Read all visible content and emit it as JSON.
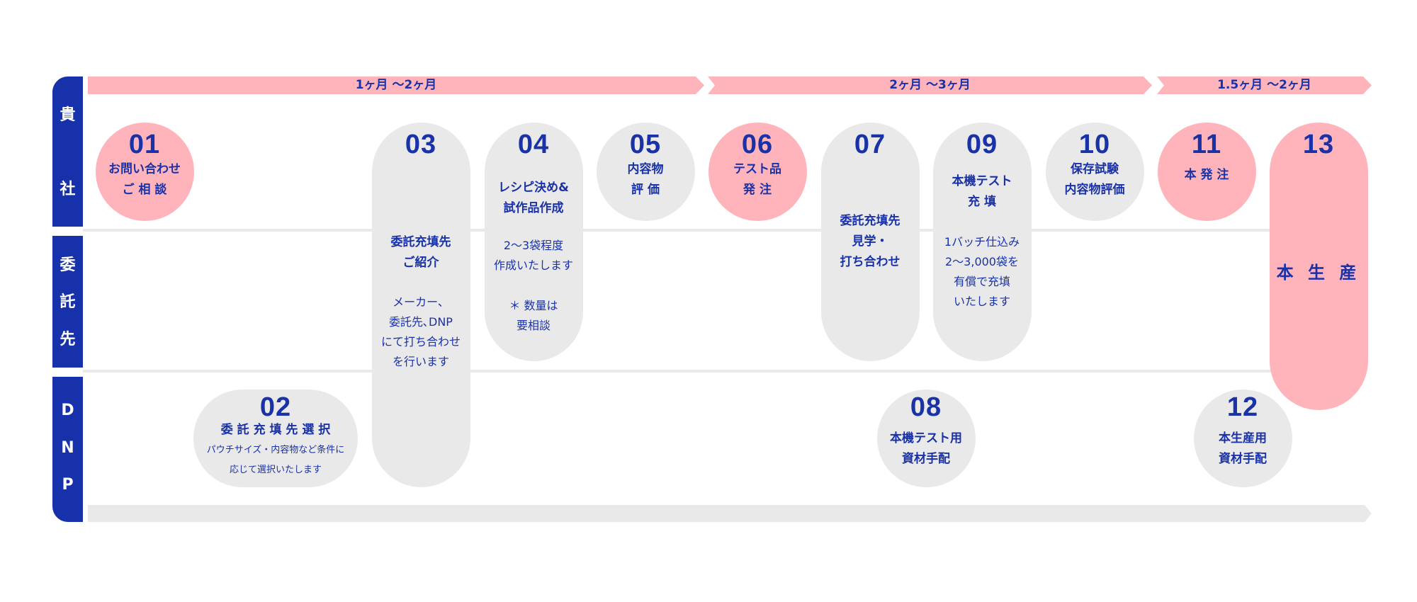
{
  "lanes": [
    {
      "name": "client",
      "chars": [
        "貴",
        "社"
      ]
    },
    {
      "name": "contractor",
      "chars": [
        "委",
        "託",
        "先"
      ]
    },
    {
      "name": "dnp",
      "chars": [
        "D",
        "N",
        "P"
      ]
    }
  ],
  "phases": [
    {
      "label": "1ヶ月 〜2ヶ月"
    },
    {
      "label": "2ヶ月 〜3ヶ月"
    },
    {
      "label": "1.5ヶ月 〜2ヶ月"
    }
  ],
  "colors": {
    "navy": "#1631a9",
    "pink": "#ffb3ba",
    "gray": "#e9e9e9",
    "text": "#1a32a8"
  },
  "steps": [
    {
      "number": "01",
      "title": [
        "お問い合わせ",
        "ご 相 談"
      ],
      "notes": []
    },
    {
      "number": "02",
      "title": [
        "委 託 充 填 先 選 択"
      ],
      "notes": [
        "パウチサイズ・内容物など条件に",
        "応じて選択いたします"
      ]
    },
    {
      "number": "03",
      "title": [
        "委託充填先",
        "ご紹介"
      ],
      "notes": [
        "メーカー、",
        "委託先､DNP",
        "にて打ち合わせ",
        "を行います"
      ]
    },
    {
      "number": "04",
      "title": [
        "レシピ決め&",
        "試作品作成"
      ],
      "notes": [
        "2〜3袋程度",
        "作成いたします"
      ],
      "notes2": [
        "＊ 数量は",
        "要相談"
      ]
    },
    {
      "number": "05",
      "title": [
        "内容物",
        "評 価"
      ],
      "notes": []
    },
    {
      "number": "06",
      "title": [
        "テスト品",
        "発 注"
      ],
      "notes": []
    },
    {
      "number": "07",
      "title": [
        "委託充填先",
        "見学・",
        "打ち合わせ"
      ],
      "notes": []
    },
    {
      "number": "08",
      "title": [
        "本機テスト用",
        "資材手配"
      ],
      "notes": []
    },
    {
      "number": "09",
      "title": [
        "本機テスト",
        "充 填"
      ],
      "notes": [
        "1バッチ仕込み",
        "2〜3,000袋を",
        "有償で充填",
        "いたします"
      ]
    },
    {
      "number": "10",
      "title": [
        "保存試験",
        "内容物評価"
      ],
      "notes": []
    },
    {
      "number": "11",
      "title": [
        "本 発 注"
      ],
      "notes": []
    },
    {
      "number": "12",
      "title": [
        "本生産用",
        "資材手配"
      ],
      "notes": []
    },
    {
      "number": "13",
      "title": [
        "本 生 産"
      ],
      "notes": []
    }
  ]
}
